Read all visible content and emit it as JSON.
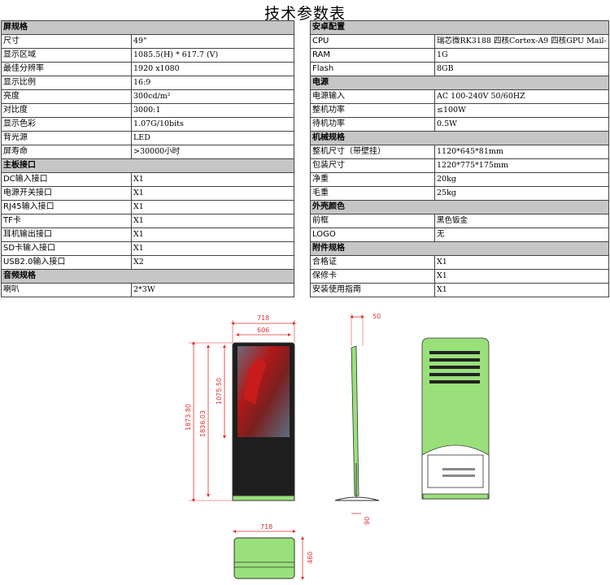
{
  "title": "技术参数表",
  "left_table": [
    {
      "type": "header",
      "label": "屏规格"
    },
    {
      "label": "尺寸",
      "value": "49\""
    },
    {
      "label": "显示区域",
      "value": "1085.5(H) * 617.7 (V)"
    },
    {
      "label": "最佳分辨率",
      "value": "1920 x1080"
    },
    {
      "label": "显示比例",
      "value": "16:9"
    },
    {
      "label": "亮度",
      "value": "300cd/m²"
    },
    {
      "label": "对比度",
      "value": "3000:1"
    },
    {
      "label": "显示色彩",
      "value": "1.07G/10bits"
    },
    {
      "label": "背光源",
      "value": "LED"
    },
    {
      "label": "屏寿命",
      "value": ">30000小时"
    },
    {
      "type": "header",
      "label": "主板接口"
    },
    {
      "label": "DC输入接口",
      "value": "X1"
    },
    {
      "label": "电源开关接口",
      "value": "X1"
    },
    {
      "label": "RJ45输入接口",
      "value": "X1"
    },
    {
      "label": "TF卡",
      "value": "X1"
    },
    {
      "label": "耳机输出接口",
      "value": "X1"
    },
    {
      "label": "SD卡输入接口",
      "value": "X1"
    },
    {
      "label": "USB2.0输入接口",
      "value": "X2"
    },
    {
      "type": "header",
      "label": "音频规格"
    },
    {
      "label": "喇叭",
      "value": "2*3W"
    }
  ],
  "right_table": [
    {
      "type": "header",
      "label": "安卓配置"
    },
    {
      "label": "CPU",
      "value": "瑞芯微RK3188 四核Cortex-A9 四核GPU Mail-"
    },
    {
      "label": "RAM",
      "value": "1G"
    },
    {
      "label": "Flash",
      "value": "8GB"
    },
    {
      "type": "header",
      "label": "电源"
    },
    {
      "label": "电源输入",
      "value": "AC 100-240V  50/60HZ"
    },
    {
      "label": "整机功率",
      "value": "≤100W"
    },
    {
      "label": "待机功率",
      "value": "0.5W"
    },
    {
      "type": "header",
      "label": "机械规格"
    },
    {
      "label": "整机尺寸（带壁挂）",
      "value": "1120*645*81mm"
    },
    {
      "label": "包装尺寸",
      "value": "1220*775*175mm"
    },
    {
      "label": "净重",
      "value": "20kg"
    },
    {
      "label": "毛重",
      "value": "25kg"
    },
    {
      "type": "header",
      "label": "外壳颜色"
    },
    {
      "label": "前框",
      "value": "黑色钣金"
    },
    {
      "label": "LOGO",
      "value": "无"
    },
    {
      "type": "header",
      "label": "附件规格"
    },
    {
      "label": "合格证",
      "value": "X1"
    },
    {
      "label": "保修卡",
      "value": "X1"
    },
    {
      "label": "安装使用指南",
      "value": "X1"
    }
  ],
  "drawing": {
    "front_dims": {
      "total_width": "718",
      "screen_width": "606",
      "total_height": "1873.80",
      "mid_height": "1836.03",
      "screen_height": "1075.50"
    },
    "side_dims": {
      "depth_top": "50",
      "depth_bottom": "90"
    },
    "base_dims": {
      "width": "718",
      "depth": "460"
    },
    "colors": {
      "dimension": "#e03030",
      "body_green": "#99e07a",
      "outline": "#333333",
      "screen_black": "#1a1a1a"
    }
  }
}
